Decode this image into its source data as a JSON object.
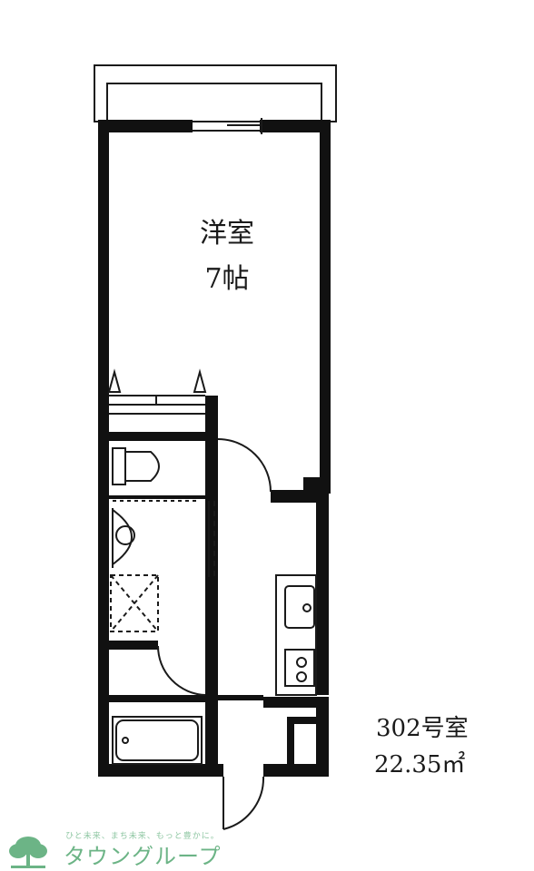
{
  "room": {
    "name": "洋室",
    "size": "7帖"
  },
  "unit": {
    "number": "302号室",
    "area": "22.35㎡"
  },
  "brand": {
    "tagline": "ひと未来、まち未来、もっと豊かに。",
    "name": "タウングループ",
    "color": "#6cb486"
  }
}
